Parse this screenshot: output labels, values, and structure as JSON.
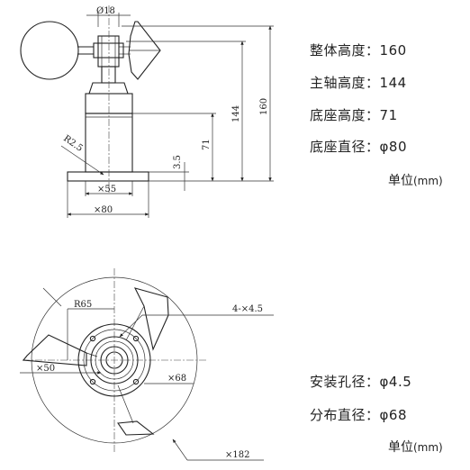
{
  "side_view": {
    "dims": {
      "top_dia": "Ø18",
      "radius": "R2.5",
      "base_inner": "×55",
      "base_outer": "×80",
      "offset": "3.5",
      "base_height": "71",
      "axis_height": "144",
      "total_height": "160"
    }
  },
  "top_view": {
    "dims": {
      "holes": "4-×4.5",
      "radius": "R65",
      "hub": "×50",
      "pitch": "×68",
      "sweep": "×182"
    }
  },
  "specs_top": [
    {
      "label": "整体高度",
      "sep": "：",
      "value": "160"
    },
    {
      "label": "主轴高度",
      "sep": "：",
      "value": "144"
    },
    {
      "label": "底座高度",
      "sep": "：",
      "value": "71"
    },
    {
      "label": "底座直径",
      "sep": "：",
      "value": "φ80"
    }
  ],
  "specs_bottom": [
    {
      "label": "安装孔径",
      "sep": "：",
      "value": "φ4.5"
    },
    {
      "label": "分布直径",
      "sep": "：",
      "value": "φ68"
    }
  ],
  "unit_label": {
    "text": "单位",
    "unit": "(mm)"
  }
}
